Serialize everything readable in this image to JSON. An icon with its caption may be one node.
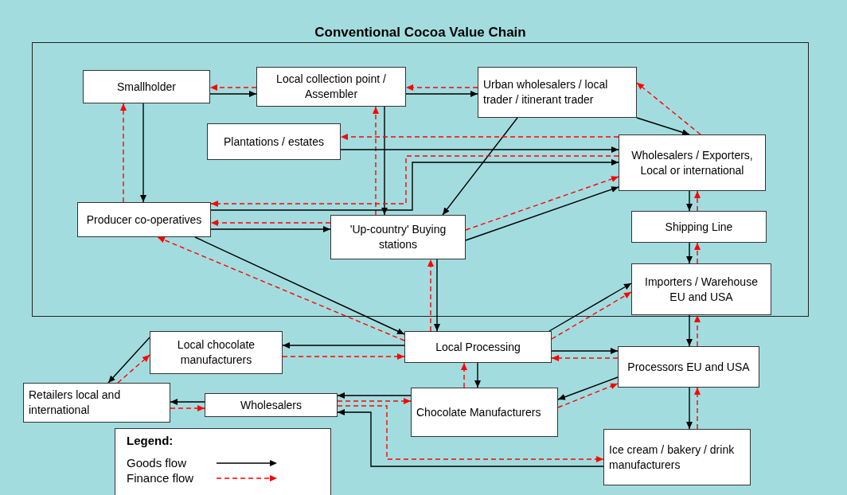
{
  "diagram": {
    "nodes": [
      {
        "text": [
          "Conventional Cocoa Value Chain"
        ]
      },
      {
        "text": [
          "Smallholder"
        ],
        "in": 0
      },
      {
        "text": [
          "Local collection point / Assembler"
        ],
        "in": 0
      },
      {
        "text": [
          "Urban wholesalers / local trader / itinerant trader"
        ],
        "in": 0
      },
      {
        "text": [
          "Plantations / estates"
        ],
        "in": 0
      },
      {
        "text": [
          "Wholesalers / Exporters, Local or international"
        ],
        "in": 0
      },
      {
        "text": [
          "Producer co-operatives"
        ],
        "in": 0
      },
      {
        "text": [
          "'Up-country' Buying stations"
        ],
        "in": 0
      },
      {
        "text": [
          "Shipping Line"
        ],
        "in": 0
      },
      {
        "text": [
          "Importers / Warehouse EU and USA"
        ],
        "in": 0
      },
      {
        "text": [
          "Local chocolate manufacturers"
        ]
      },
      {
        "text": [
          "Local Processing"
        ]
      },
      {
        "text": [
          "Processors EU and USA"
        ]
      },
      {
        "text": [
          "Retailers local and international"
        ]
      },
      {
        "text": [
          "Wholesalers"
        ]
      },
      {
        "text": [
          "Chocolate Manufacturers"
        ]
      },
      {
        "text": [
          "Ice cream / bakery / drink manufacturers"
        ]
      }
    ],
    "edges": [
      {
        "from": 1,
        "to": 2,
        "arrow": "to"
      },
      {
        "from": 2,
        "to": 1,
        "arrow": "to",
        "style": "dashed",
        "color": "#ff0000"
      },
      {
        "from": 2,
        "to": 3,
        "arrow": "to"
      },
      {
        "from": 3,
        "to": 2,
        "arrow": "to",
        "style": "dashed",
        "color": "#ff0000"
      },
      {
        "from": 1,
        "to": 6,
        "arrow": "to"
      },
      {
        "from": 6,
        "to": 1,
        "arrow": "to",
        "style": "dashed",
        "color": "#ff0000"
      },
      {
        "from": 2,
        "to": 7,
        "arrow": "to"
      },
      {
        "from": 7,
        "to": 2,
        "arrow": "to",
        "style": "dashed",
        "color": "#ff0000"
      },
      {
        "from": 3,
        "to": 5,
        "arrow": "to"
      },
      {
        "from": 5,
        "to": 3,
        "arrow": "to",
        "style": "dashed",
        "color": "#ff0000"
      },
      {
        "from": 3,
        "to": 7,
        "arrow": "to"
      },
      {
        "from": 4,
        "to": 5,
        "arrow": "to"
      },
      {
        "from": 5,
        "to": 4,
        "arrow": "to",
        "style": "dashed",
        "color": "#ff0000"
      },
      {
        "from": 6,
        "to": 5,
        "arrow": "to"
      },
      {
        "from": 5,
        "to": 6,
        "arrow": "to",
        "style": "dashed",
        "color": "#ff0000"
      },
      {
        "from": 6,
        "to": 7,
        "arrow": "to"
      },
      {
        "from": 7,
        "to": 6,
        "arrow": "to",
        "style": "dashed",
        "color": "#ff0000"
      },
      {
        "from": 7,
        "to": 5,
        "arrow": "to"
      },
      {
        "from": 7,
        "to": 5,
        "arrow": "to",
        "style": "dashed",
        "color": "#ff0000"
      },
      {
        "from": 5,
        "to": 8,
        "arrow": "to"
      },
      {
        "from": 8,
        "to": 5,
        "arrow": "to",
        "style": "dashed",
        "color": "#ff0000"
      },
      {
        "from": 8,
        "to": 9,
        "arrow": "to"
      },
      {
        "from": 9,
        "to": 8,
        "arrow": "to",
        "style": "dashed",
        "color": "#ff0000"
      },
      {
        "from": 6,
        "to": 11,
        "arrow": "to"
      },
      {
        "from": 11,
        "to": 6,
        "arrow": "to",
        "style": "dashed",
        "color": "#ff0000"
      },
      {
        "from": 7,
        "to": 11,
        "arrow": "to"
      },
      {
        "from": 11,
        "to": 7,
        "arrow": "to",
        "style": "dashed",
        "color": "#ff0000"
      },
      {
        "from": 11,
        "to": 9,
        "arrow": "to"
      },
      {
        "from": 11,
        "to": 9,
        "arrow": "to",
        "style": "dashed",
        "color": "#ff0000"
      },
      {
        "from": 9,
        "to": 12,
        "arrow": "to"
      },
      {
        "from": 12,
        "to": 9,
        "arrow": "to",
        "style": "dashed",
        "color": "#ff0000"
      },
      {
        "from": 11,
        "to": 10,
        "arrow": "to"
      },
      {
        "from": 10,
        "to": 11,
        "arrow": "to",
        "style": "dashed",
        "color": "#ff0000"
      },
      {
        "from": 11,
        "to": 12,
        "arrow": "to"
      },
      {
        "from": 12,
        "to": 11,
        "arrow": "to",
        "style": "dashed",
        "color": "#ff0000"
      },
      {
        "from": 11,
        "to": 15,
        "arrow": "to"
      },
      {
        "from": 15,
        "to": 11,
        "arrow": "to",
        "style": "dashed",
        "color": "#ff0000"
      },
      {
        "from": 10,
        "to": 13,
        "arrow": "to"
      },
      {
        "from": 13,
        "to": 10,
        "arrow": "to",
        "style": "dashed",
        "color": "#ff0000"
      },
      {
        "from": 14,
        "to": 13,
        "arrow": "to"
      },
      {
        "from": 13,
        "to": 14,
        "arrow": "to",
        "style": "dashed",
        "color": "#ff0000"
      },
      {
        "from": 15,
        "to": 14,
        "arrow": "to"
      },
      {
        "from": 14,
        "to": 15,
        "arrow": "to",
        "style": "dashed",
        "color": "#ff0000"
      },
      {
        "from": 12,
        "to": 15,
        "arrow": "to"
      },
      {
        "from": 15,
        "to": 12,
        "arrow": "to",
        "style": "dashed",
        "color": "#ff0000"
      },
      {
        "from": 12,
        "to": 16,
        "arrow": "to"
      },
      {
        "from": 16,
        "to": 12,
        "arrow": "to",
        "style": "dashed",
        "color": "#ff0000"
      },
      {
        "from": 16,
        "to": 14,
        "arrow": "to"
      },
      {
        "from": 14,
        "to": 16,
        "arrow": "to",
        "style": "dashed",
        "color": "#ff0000"
      }
    ],
    "labels": [
      "Legend:"
    ],
    "legend": [
      {
        "text": "Goods flow"
      },
      {
        "text": "Finance flow"
      }
    ]
  }
}
